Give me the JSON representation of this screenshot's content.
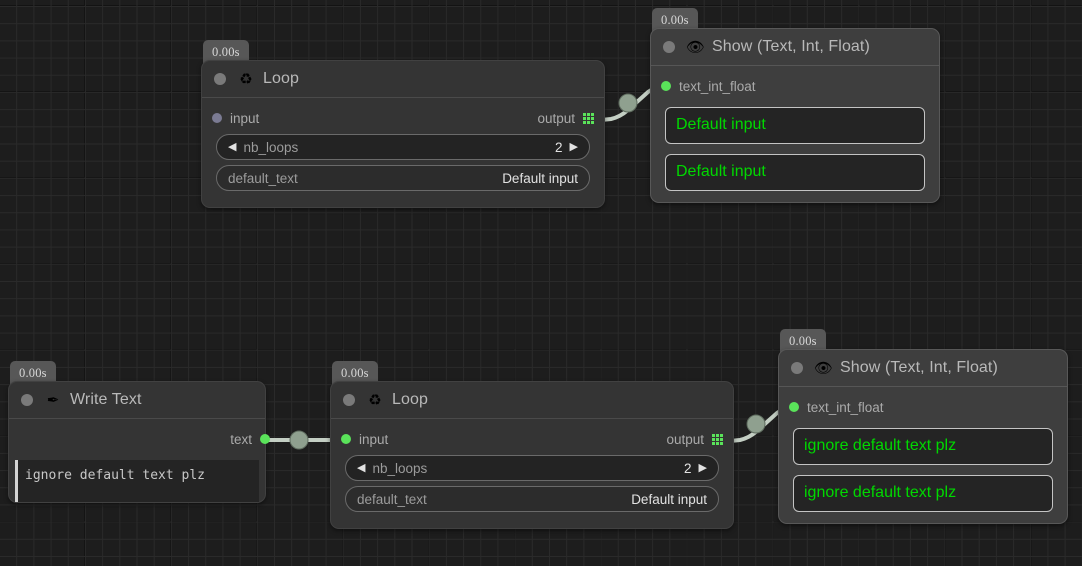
{
  "canvas": {
    "background_color": "#1d1d1d",
    "grid_line_color": "#2a2a2a",
    "grid_major_color": "#131313"
  },
  "colors": {
    "accent_green": "#5ae35a",
    "display_text_green": "#00d800",
    "edge": "#c3cec3",
    "node_bg": "#3a3a3a",
    "node_bg_selected": "#3e3e3e",
    "badge_bg": "#575757"
  },
  "nodes": [
    {
      "id": "loop-top",
      "title": "Loop",
      "icon": "recycle-icon",
      "icon_glyph": "♻",
      "time_badge": "0.00s",
      "input_port": {
        "label": "input",
        "connected": false
      },
      "output_port": {
        "label": "output",
        "type": "grid"
      },
      "fields": [
        {
          "name": "nb_loops",
          "value": "2",
          "stepper": true,
          "left_arrow": "◀",
          "right_arrow": "▶"
        },
        {
          "name": "default_text",
          "value": "Default input",
          "stepper": false
        }
      ]
    },
    {
      "id": "show-top",
      "title": "Show (Text, Int, Float)",
      "icon": "eye-icon",
      "icon_glyph": "👁",
      "time_badge": "0.00s",
      "input_port": {
        "label": "text_int_float",
        "connected": true
      },
      "displays": [
        "Default input",
        "Default input"
      ]
    },
    {
      "id": "write-text",
      "title": "Write Text",
      "icon": "pen-nib-icon",
      "icon_glyph": "✒",
      "time_badge": "0.00s",
      "output_port": {
        "label": "text",
        "connected": true
      },
      "textarea_value": "ignore default text plz"
    },
    {
      "id": "loop-bot",
      "title": "Loop",
      "icon": "recycle-icon",
      "icon_glyph": "♻",
      "time_badge": "0.00s",
      "input_port": {
        "label": "input",
        "connected": true
      },
      "output_port": {
        "label": "output",
        "type": "grid"
      },
      "fields": [
        {
          "name": "nb_loops",
          "value": "2",
          "stepper": true,
          "left_arrow": "◀",
          "right_arrow": "▶"
        },
        {
          "name": "default_text",
          "value": "Default input",
          "stepper": false
        }
      ]
    },
    {
      "id": "show-bot",
      "title": "Show (Text, Int, Float)",
      "icon": "eye-icon",
      "icon_glyph": "👁",
      "time_badge": "0.00s",
      "input_port": {
        "label": "text_int_float",
        "connected": true
      },
      "displays": [
        "ignore default text plz",
        "ignore default text plz"
      ]
    }
  ],
  "edges": [
    {
      "id": "loop-top-to-show-top",
      "from": "loop-top.output",
      "to": "show-top.text_int_float"
    },
    {
      "id": "write-text-to-loop-bot",
      "from": "write-text.text",
      "to": "loop-bot.input"
    },
    {
      "id": "loop-bot-to-show-bot",
      "from": "loop-bot.output",
      "to": "show-bot.text_int_float"
    }
  ]
}
